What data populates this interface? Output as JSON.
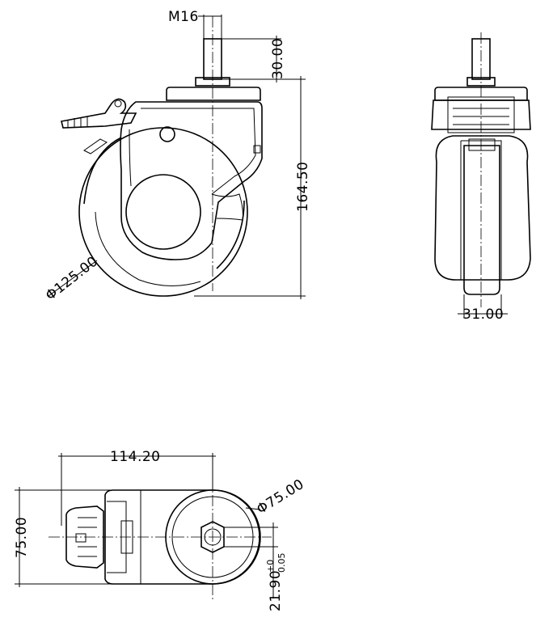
{
  "dimensions": {
    "thread": "M16",
    "stem_length": "30.00",
    "overall_height": "164.50",
    "wheel_diameter": "Φ125.00",
    "wheel_width": "31.00",
    "swivel_offset": "114.20",
    "top_plate_width": "75.00",
    "plate_diameter": "Φ75.00",
    "hex_size": "21.90",
    "hex_tol_upper": "+0",
    "hex_tol_lower": "0.05"
  },
  "colors": {
    "line": "#000000",
    "background": "#ffffff"
  }
}
